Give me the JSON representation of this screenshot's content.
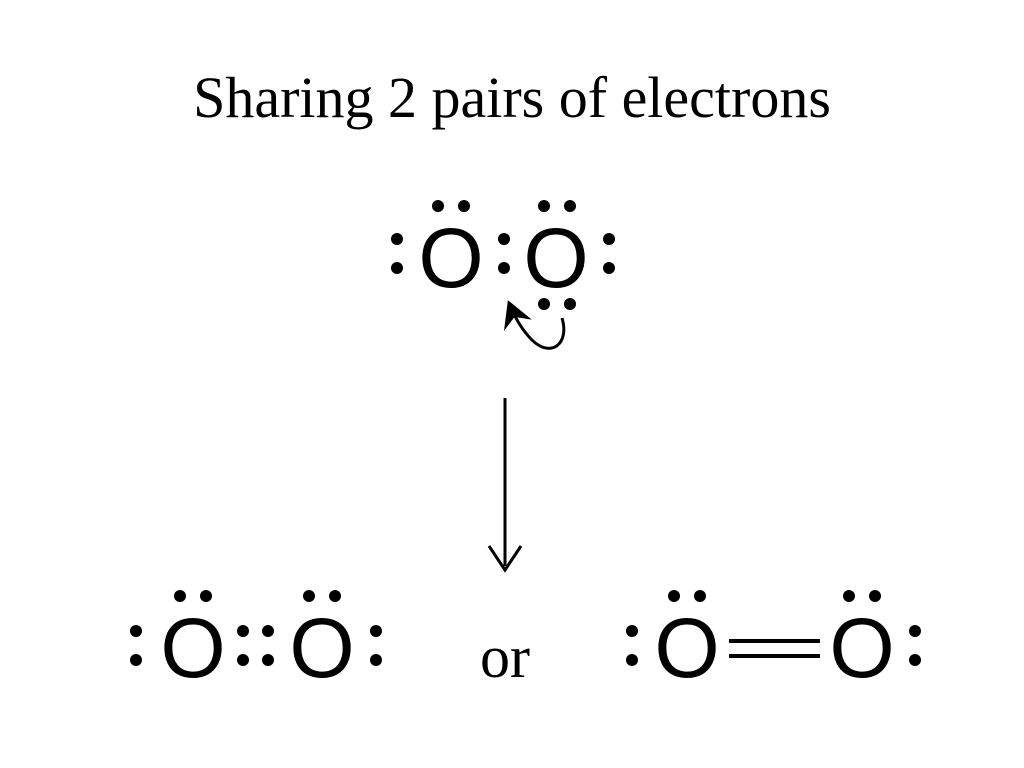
{
  "title": "Sharing 2 pairs of electrons",
  "atoms": {
    "top_left": "O",
    "top_right": "O",
    "bottom_left_a": "O",
    "bottom_left_b": "O",
    "bottom_right_a": "O",
    "bottom_right_b": "O"
  },
  "connector": "or"
}
